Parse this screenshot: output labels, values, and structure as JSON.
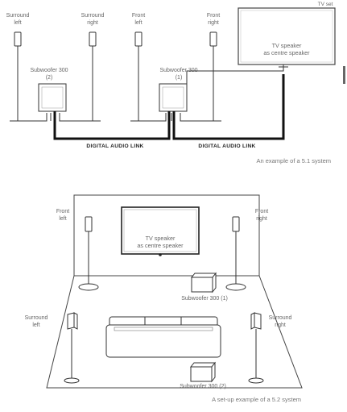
{
  "diagram1": {
    "tv_set_label": "TV set",
    "tv_speaker_line1": "TV speaker",
    "tv_speaker_line2": "as centre speaker",
    "surround_left": [
      "Surround",
      "left"
    ],
    "surround_right": [
      "Surround",
      "right"
    ],
    "front_left": [
      "Front",
      "left"
    ],
    "front_right": [
      "Front",
      "right"
    ],
    "subwoofer_2": [
      "Subwoofer 300",
      "(2)"
    ],
    "subwoofer_1": [
      "Subwoofer 300",
      "(1)"
    ],
    "link_label_1": "DIGITAL AUDIO LINK",
    "link_label_2": "DIGITAL AUDIO LINK",
    "caption": "An example of a 5.1 system"
  },
  "diagram2": {
    "front_left": [
      "Front",
      "left"
    ],
    "front_right": [
      "Front",
      "right"
    ],
    "surround_left": [
      "Surround",
      "left"
    ],
    "surround_right": [
      "Surround",
      "right"
    ],
    "tv_speaker_line1": "TV speaker",
    "tv_speaker_line2": "as centre speaker",
    "subwoofer_1": "Subwoofer 300 (1)",
    "subwoofer_2": "Subwoofer 300 (2)",
    "caption": "A set-up example of a 5.2 system"
  },
  "colors": {
    "line": "#333333",
    "link": "#111111",
    "text": "#666666"
  }
}
